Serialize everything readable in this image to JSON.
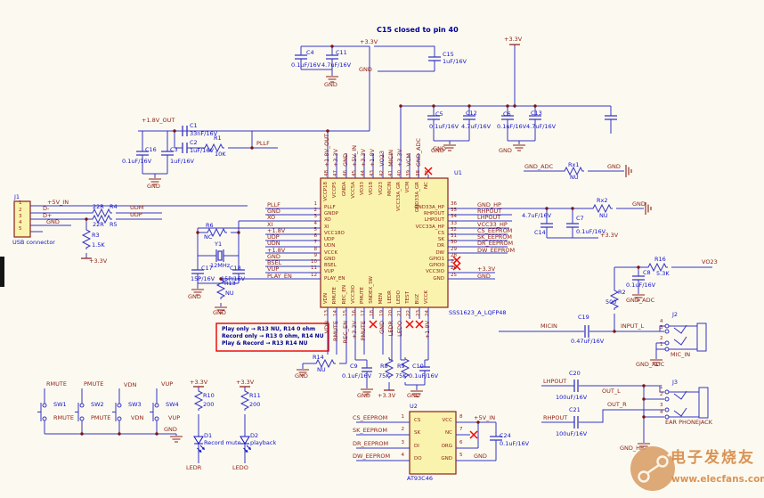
{
  "note_c15": "C15 closed to pin 40",
  "nets": {
    "gnd": "GND",
    "v33": "+3.3V",
    "v18out": "+1.8V_OUT",
    "v5in": "+5V_IN",
    "gnd_adc": "GND_ADC",
    "gnd_hp": "GND_HP",
    "vo23": "VO23",
    "micin": "MICIN",
    "udm": "UDM",
    "udp": "UDP",
    "dm": "D-",
    "dp": "D+",
    "pllf": "PLLF",
    "input_l": "INPUT_L",
    "mic_in": "MIC_IN",
    "out_l": "OUT_L",
    "out_r": "OUT_R",
    "lhpout": "LHPOUT",
    "rhpout": "RHPOUT"
  },
  "sw": {
    "rmute": "RMUTE",
    "pmute": "PMUTE",
    "vdn": "VDN",
    "vup": "VUP",
    "ledr": "LEDR",
    "ledo": "LEDO"
  },
  "c": {
    "c1": {
      "ref": "C1",
      "val": "33nF/16V"
    },
    "c2": {
      "ref": "C2",
      "val": "1uF/16V"
    },
    "c3": {
      "ref": "C3",
      "val": "1uF/16V"
    },
    "c4": {
      "ref": "C4",
      "val": "0.1uF/16V"
    },
    "c5": {
      "ref": "C5",
      "val": "0.1uF/16V"
    },
    "c6": {
      "ref": "C6",
      "val": "0.1uF/16V"
    },
    "c7": {
      "ref": "C7",
      "val": "0.1uF/16V"
    },
    "c8": {
      "ref": "C8",
      "val": "0.1uF/16V"
    },
    "c9": {
      "ref": "C9",
      "val": "0.1uF/16V"
    },
    "c10": {
      "ref": "C10",
      "val": "0.1uF/16V"
    },
    "c11": {
      "ref": "C11",
      "val": "4.7uF/16V"
    },
    "c12": {
      "ref": "C12",
      "val": "4.7uF/16V"
    },
    "c13": {
      "ref": "C13",
      "val": "4.7uF/16V"
    },
    "c14": {
      "ref": "C14",
      "val": "4.7uF/16V"
    },
    "c15": {
      "ref": "C15",
      "val": "1uF/16V"
    },
    "c16": {
      "ref": "C16",
      "val": "0.1uF/16V"
    },
    "c17": {
      "ref": "C17",
      "val": "15P/16V"
    },
    "c18": {
      "ref": "C18",
      "val": "15P/16V"
    },
    "c19": {
      "ref": "C19",
      "val": "0.47uF/16V"
    },
    "c20": {
      "ref": "C20",
      "val": "100uF/16V"
    },
    "c21": {
      "ref": "C21",
      "val": "100uF/16V"
    },
    "c24": {
      "ref": "C24",
      "val": "0.1uF/16V"
    },
    "r1": {
      "ref": "R1",
      "val": "10K"
    },
    "r2": {
      "ref": "R2",
      "val": "500"
    },
    "r3": {
      "ref": "R3",
      "val": "1.5K"
    },
    "r4": {
      "ref": "R4",
      "val": "22R"
    },
    "r5": {
      "ref": "R5",
      "val": "22R"
    },
    "r6": {
      "ref": "R6",
      "val": "NC"
    },
    "r8": {
      "ref": "R8",
      "val": "75K"
    },
    "r9": {
      "ref": "R9",
      "val": "75K"
    },
    "r10": {
      "ref": "R10",
      "val": "200"
    },
    "r11": {
      "ref": "R11",
      "val": "200"
    },
    "r13": {
      "ref": "R13",
      "val": "NU"
    },
    "r14": {
      "ref": "R14",
      "val": "NU"
    },
    "r16": {
      "ref": "R16",
      "val": "5.3K"
    },
    "rx1": {
      "ref": "Rx1",
      "val": "NU"
    },
    "rx2": {
      "ref": "Rx2",
      "val": "NU"
    },
    "y1": {
      "ref": "Y1",
      "val": "12MHz"
    },
    "d1": {
      "ref": "D1",
      "desc": "Record mute"
    },
    "d2": {
      "ref": "D2",
      "desc": "playback"
    },
    "sw1": {
      "ref": "SW1"
    },
    "sw2": {
      "ref": "SW2"
    },
    "sw3": {
      "ref": "SW3"
    },
    "sw4": {
      "ref": "SW4"
    }
  },
  "u1": {
    "ref": "U1",
    "part": "SSS1623_A_LQFP48",
    "left_pins": [
      {
        "num": "1",
        "name": "PLLF",
        "net": "PLLF"
      },
      {
        "num": "2",
        "name": "GNDP",
        "net": "GND"
      },
      {
        "num": "3",
        "name": "XO",
        "net": "XO"
      },
      {
        "num": "4",
        "name": "XI",
        "net": "XI"
      },
      {
        "num": "5",
        "name": "VCC18O",
        "net": "+1.8V"
      },
      {
        "num": "6",
        "name": "UDP",
        "net": "UDP"
      },
      {
        "num": "7",
        "name": "UDN",
        "net": "UDN"
      },
      {
        "num": "8",
        "name": "VCCK",
        "net": "+1.8V"
      },
      {
        "num": "9",
        "name": "GND",
        "net": "GND"
      },
      {
        "num": "10",
        "name": "BSEL",
        "net": "BSEL"
      },
      {
        "num": "11",
        "name": "VUP",
        "net": "VUP"
      },
      {
        "num": "12",
        "name": "PLAY_EN",
        "net": "PLAY_EN"
      }
    ],
    "right_pins": [
      {
        "num": "36",
        "name": "GND33A_HP",
        "net": "GND_HP"
      },
      {
        "num": "35",
        "name": "RHPOUT",
        "net": "RHPOUT"
      },
      {
        "num": "34",
        "name": "LHPOUT",
        "net": "LHPOUT"
      },
      {
        "num": "33",
        "name": "VCC33A_HP",
        "net": "VCC33_HP"
      },
      {
        "num": "32",
        "name": "CS",
        "net": "CS_EEPROM"
      },
      {
        "num": "31",
        "name": "SK",
        "net": "SK_EEPROM"
      },
      {
        "num": "30",
        "name": "DR",
        "net": "DR_EEPROM"
      },
      {
        "num": "29",
        "name": "DW",
        "net": "DW_EEPROM"
      },
      {
        "num": "28",
        "name": "GPIO1",
        "net": ""
      },
      {
        "num": "27",
        "name": "GPIO0",
        "net": ""
      },
      {
        "num": "26",
        "name": "VCC3IO",
        "net": "+3.3V"
      },
      {
        "num": "25",
        "name": "GND",
        "net": "GND"
      }
    ],
    "top_pins": [
      {
        "num": "48",
        "name": "VCCP18",
        "net": "+1.8V_OUT"
      },
      {
        "num": "47",
        "name": "VCCP5",
        "net": "+3.3V"
      },
      {
        "num": "46",
        "name": "GNDA",
        "net": "GND"
      },
      {
        "num": "45",
        "name": "VCC5A",
        "net": "+5V_IN"
      },
      {
        "num": "44",
        "name": "VO33",
        "net": "+3.3V"
      },
      {
        "num": "43",
        "name": "VO18",
        "net": "+1.8V"
      },
      {
        "num": "42",
        "name": "VO23",
        "net": "VO23"
      },
      {
        "num": "41",
        "name": "MICIN",
        "net": "MICIN"
      },
      {
        "num": "40",
        "name": "VCC33A_GR",
        "net": "+3.3V"
      },
      {
        "num": "39",
        "name": "VCM",
        "net": "VCM"
      },
      {
        "num": "38",
        "name": "GND33A_GR",
        "net": "GND_ADC"
      },
      {
        "num": "37",
        "name": "NC",
        "net": ""
      }
    ],
    "bottom_pins": [
      {
        "num": "13",
        "name": "VDN",
        "net": "VDN"
      },
      {
        "num": "14",
        "name": "RMUTE",
        "net": "RMUTE"
      },
      {
        "num": "15",
        "name": "REC_EN",
        "net": "REC_EN"
      },
      {
        "num": "16",
        "name": "VCC3IO",
        "net": "+3.3V"
      },
      {
        "num": "17",
        "name": "PMUTE",
        "net": "PMUTE"
      },
      {
        "num": "18",
        "name": "SNDEX_SW",
        "net": ""
      },
      {
        "num": "19",
        "name": "MEN",
        "net": "GND"
      },
      {
        "num": "20",
        "name": "LEDR",
        "net": "LEDR"
      },
      {
        "num": "21",
        "name": "LEDO",
        "net": "LEDO"
      },
      {
        "num": "22",
        "name": "TEST",
        "net": ""
      },
      {
        "num": "23",
        "name": "BUZ",
        "net": ""
      },
      {
        "num": "24",
        "name": "VCCK",
        "net": "+1.8V"
      }
    ]
  },
  "u2": {
    "ref": "U2",
    "part": "AT93C46",
    "left_pins": [
      {
        "num": "1",
        "name": "CS",
        "net": "CS_EEPROM"
      },
      {
        "num": "2",
        "name": "SK",
        "net": "SK_EEPROM"
      },
      {
        "num": "3",
        "name": "DI",
        "net": "DR_EEPROM"
      },
      {
        "num": "4",
        "name": "DO",
        "net": "DW_EEPROM"
      }
    ],
    "right_pins": [
      {
        "num": "8",
        "name": "VCC",
        "net": "+5V_IN"
      },
      {
        "num": "7",
        "name": "NC",
        "net": ""
      },
      {
        "num": "6",
        "name": "ORG",
        "net": ""
      },
      {
        "num": "5",
        "name": "GND",
        "net": "GND"
      }
    ]
  },
  "j1": {
    "ref": "J1",
    "name": "USB connector",
    "pins": [
      "1",
      "2",
      "3",
      "4",
      "5"
    ]
  },
  "j2": {
    "ref": "J2",
    "pins": [
      "4",
      "3",
      "2",
      "1"
    ]
  },
  "j3": {
    "ref": "J3",
    "name": "EAR PHONEJACK",
    "pins": [
      "1",
      "2",
      "3",
      "4"
    ]
  },
  "note_box": {
    "l1": "Play only → R13 NU, R14 0 ohm",
    "l2": "Record only → R13 0 ohm, R14 NU",
    "l3": "Play & Record → R13 R14 NU"
  },
  "wm": {
    "brand": "电子发烧友",
    "site": "www.elecfans.com"
  }
}
